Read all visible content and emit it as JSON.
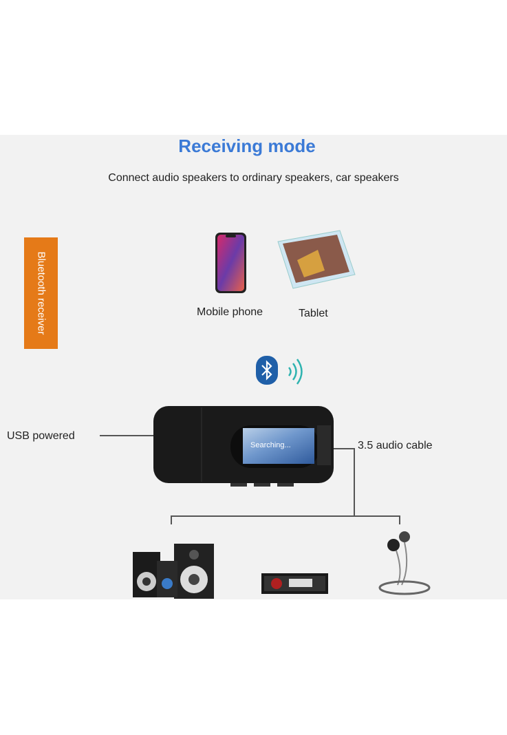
{
  "title": "Receiving mode",
  "subtitle": "Connect audio speakers to ordinary speakers, car speakers",
  "side_tag": "Bluetooth receiver",
  "sources": [
    {
      "label": "Mobile phone"
    },
    {
      "label": "Tablet"
    }
  ],
  "device": {
    "screen_text": "Searching..."
  },
  "labels": {
    "usb": "USB powered",
    "audio": "3.5 audio cable"
  },
  "colors": {
    "title": "#3b7ad6",
    "tag": "#e57a18",
    "bluetooth": "#1f5fa8"
  }
}
